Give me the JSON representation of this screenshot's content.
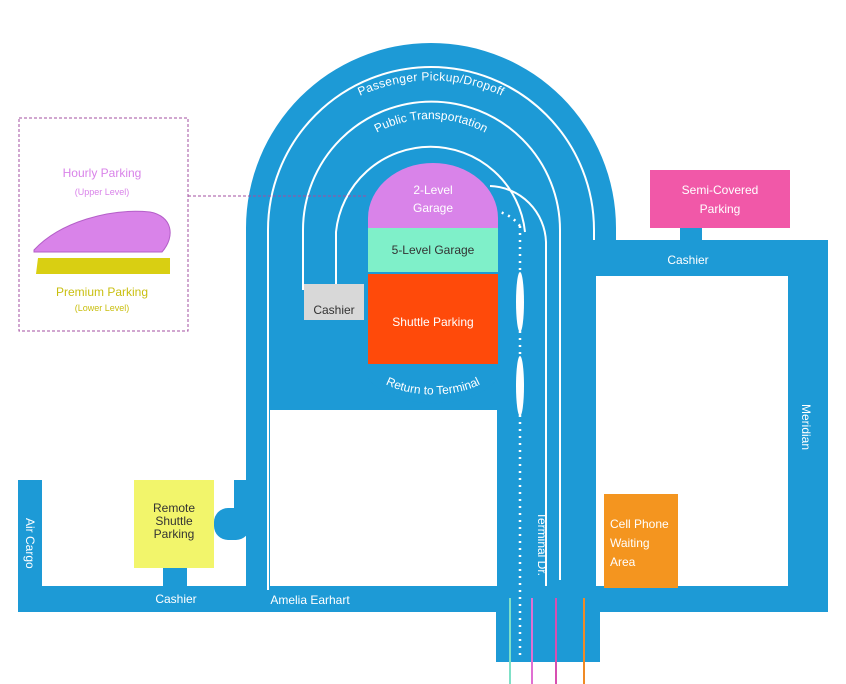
{
  "colors": {
    "road": "#1d9ad6",
    "lane": "#ffffff",
    "hourly": "#d983e9",
    "premium": "#d9cf12",
    "garage5": "#7ff0c9",
    "shuttle": "#ff4a0a",
    "cashier": "#d8d8d8",
    "semi": "#f158a8",
    "remote": "#f2f56b",
    "cellphone": "#f4951f",
    "legend_border": "#a34fa0",
    "stripe_teal": "#7fe0c7",
    "stripe_pink": "#e070d2",
    "stripe_magenta": "#d84fb0",
    "stripe_orange": "#f08a25"
  },
  "roads": {
    "passenger": "Passenger Pickup/Dropoff",
    "public": "Public Transportation",
    "return": "Return to Terminal",
    "amelia": "Amelia Earhart",
    "terminal": "Terminal Dr.",
    "meridian": "Meridian",
    "air_cargo": "Air Cargo"
  },
  "facilities": {
    "garage2_line1": "2-Level",
    "garage2_line2": "Garage",
    "garage5": "5-Level Garage",
    "shuttle": "Shuttle Parking",
    "cashier_main": "Cashier",
    "semi_line1": "Semi-Covered",
    "semi_line2": "Parking",
    "cashier_right": "Cashier",
    "remote_line1": "Remote",
    "remote_line2": "Shuttle",
    "remote_line3": "Parking",
    "cashier_left": "Cashier",
    "cell_line1": "Cell Phone",
    "cell_line2": "Waiting",
    "cell_line3": "Area"
  },
  "legend": {
    "hourly_title": "Hourly Parking",
    "hourly_sub": "(Upper Level)",
    "premium_title": "Premium Parking",
    "premium_sub": "(Lower Level)"
  }
}
